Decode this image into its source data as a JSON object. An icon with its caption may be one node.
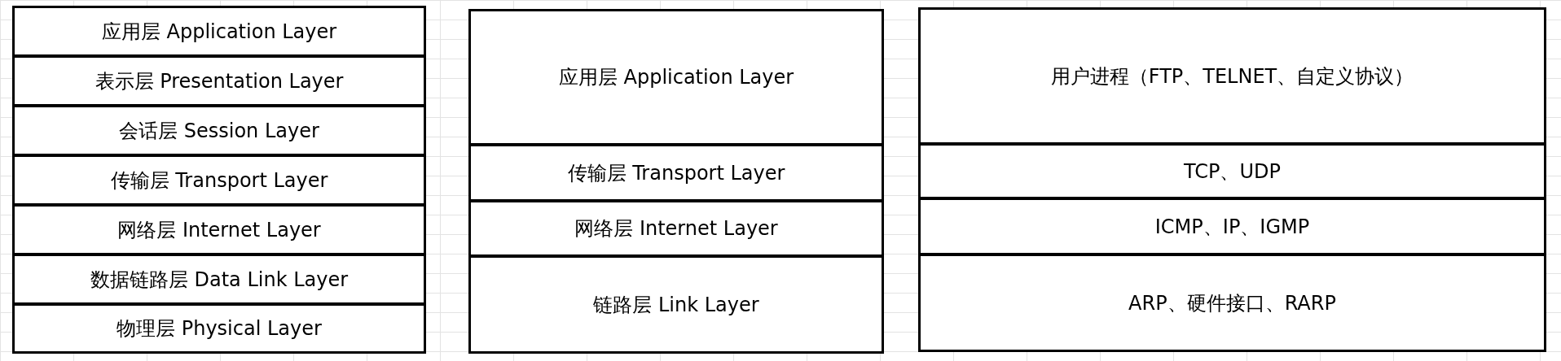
{
  "diagram": {
    "nodes": [
      {
        "text": [
          "应用层 Application Layer"
        ]
      },
      {
        "text": [
          "表示层 Presentation Layer"
        ]
      },
      {
        "text": [
          "会话层 Session Layer"
        ]
      },
      {
        "text": [
          "传输层 Transport Layer"
        ]
      },
      {
        "text": [
          "网络层 Internet Layer"
        ]
      },
      {
        "text": [
          "数据链路层 Data Link Layer"
        ]
      },
      {
        "text": [
          "物理层 Physical Layer"
        ]
      },
      {
        "text": [
          "应用层 Application Layer"
        ]
      },
      {
        "text": [
          "传输层 Transport Layer"
        ]
      },
      {
        "text": [
          "网络层 Internet Layer"
        ]
      },
      {
        "text": [
          "链路层 Link Layer"
        ]
      },
      {
        "text": [
          "用户进程（FTP、TELNET、自定义协议）"
        ]
      },
      {
        "text": [
          "TCP、UDP"
        ]
      },
      {
        "text": [
          "ICMP、IP、IGMP"
        ]
      },
      {
        "text": [
          "ARP、硬件接口、RARP"
        ]
      }
    ]
  }
}
